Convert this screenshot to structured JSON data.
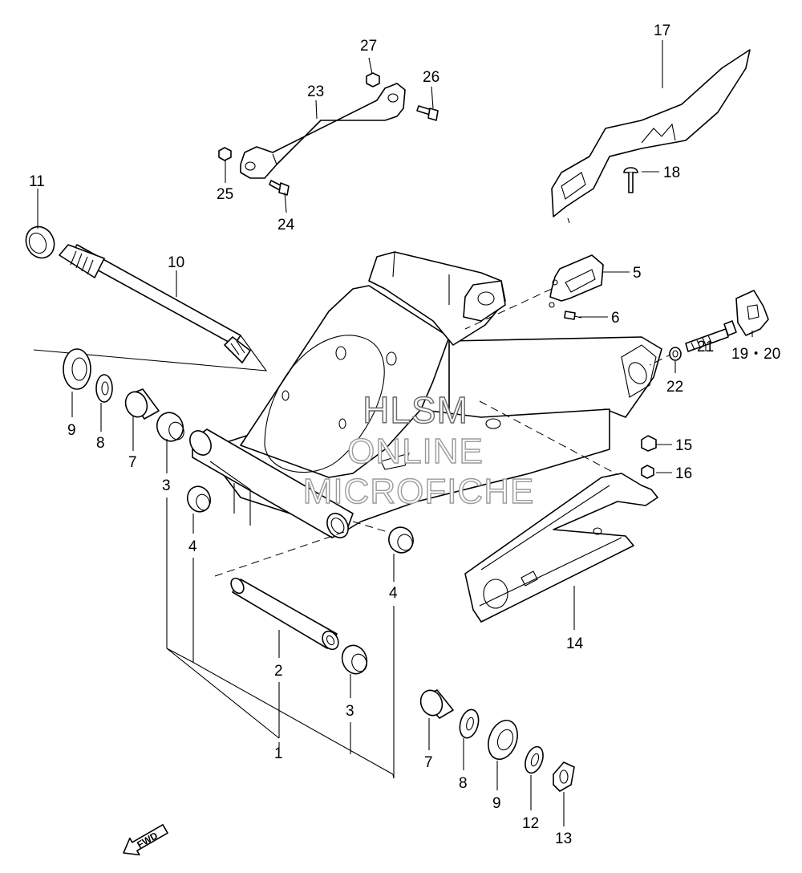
{
  "watermark": {
    "line1": "HLSM",
    "line2": "ONLINE",
    "line3": "MICROFICHE"
  },
  "direction_label": "FWD",
  "callouts": {
    "c1": "1",
    "c2": "2",
    "c3a": "3",
    "c3b": "3",
    "c4a": "4",
    "c4b": "4",
    "c5": "5",
    "c6": "6",
    "c7a": "7",
    "c7b": "7",
    "c8a": "8",
    "c8b": "8",
    "c9a": "9",
    "c9b": "9",
    "c10": "10",
    "c11": "11",
    "c12": "12",
    "c13": "13",
    "c14": "14",
    "c15": "15",
    "c16": "16",
    "c17": "17",
    "c18": "18",
    "c19_20": "19・20",
    "c21": "21",
    "c22": "22",
    "c23": "23",
    "c24": "24",
    "c25": "25",
    "c26": "26",
    "c27": "27"
  }
}
